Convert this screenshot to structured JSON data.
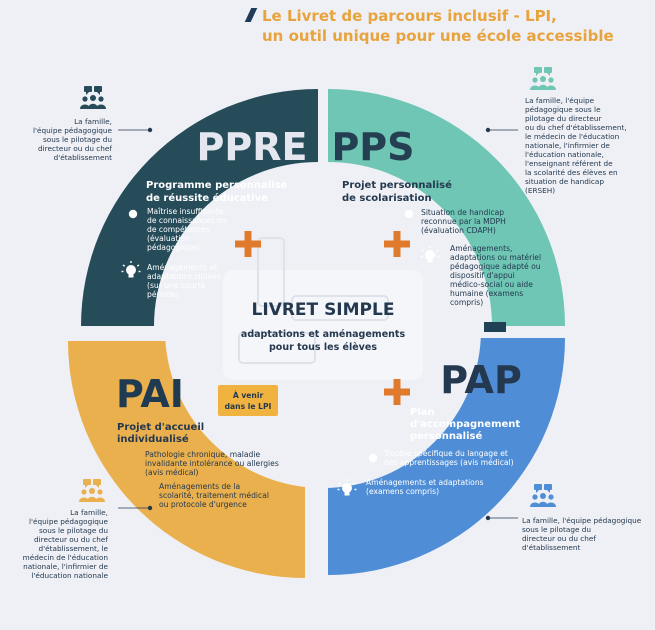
{
  "title": {
    "line1": "Le Livret de parcours inclusif - LPI,",
    "line2": "un outil unique pour une école accessible"
  },
  "colors": {
    "ppre": "#264c5a",
    "pps": "#6fc6b4",
    "pai": "#eab04d",
    "pap": "#4f8ed6",
    "plus": "#e07a2c",
    "background": "#eef0f5",
    "text_dark": "#24384f"
  },
  "icons": {
    "people": "people-speech-icon",
    "bulb": "lightbulb-icon",
    "dot": "bullet-dot-icon",
    "plus": "plus-icon"
  },
  "center": {
    "title": "LIVRET SIMPLE",
    "subtitle_line1": "adaptations et aménagements",
    "subtitle_line2": "pour tous les élèves"
  },
  "quadrants": {
    "ppre": {
      "acronym": "PPRE",
      "name_line1": "Programme personnalisé",
      "name_line2": "de réussite éducative",
      "item1": [
        "Maîtrise insuffisante",
        "de connaissances ou",
        "de compétences",
        "(évaluation",
        "pédagogique)"
      ],
      "item2": [
        "Aménagements et",
        "adaptations ciblées",
        "(sur une courte",
        "période)"
      ],
      "note": [
        "La famille,",
        "l'équipe pédagogique",
        "sous le pilotage du",
        "directeur ou du chef",
        "d'établissement"
      ]
    },
    "pps": {
      "acronym": "PPS",
      "name_line1": "Projet personnalisé",
      "name_line2": "de scolarisation",
      "item1": [
        "Situation de handicap",
        "reconnue par la MDPH",
        "(évaluation CDAPH)"
      ],
      "item2": [
        "Aménagements,",
        "adaptations ou matériel",
        "pédagogique adapté ou",
        "dispositif d'appui",
        "médico-social ou aide",
        "humaine (examens",
        "compris)"
      ],
      "note": [
        "La famille, l'équipe",
        "pédagogique sous le",
        "pilotage du directeur",
        "ou du chef d'établissement,",
        "le médecin de l'éducation",
        "nationale, l'infirmier de",
        "l'éducation nationale,",
        "l'enseignant référent de",
        "la scolarité des élèves en",
        "situation de handicap",
        "(ERSEH)"
      ]
    },
    "pai": {
      "acronym": "PAI",
      "name_line1": "Projet d'accueil",
      "name_line2": "individualisé",
      "badge_line1": "À venir",
      "badge_line2": "dans le LPI",
      "item1": [
        "Pathologie chronique, maladie",
        "invalidante intolérance ou allergies",
        "(avis médical)"
      ],
      "item2": [
        "Aménagements de la",
        "scolarité, traitement médical",
        "ou protocole d'urgence"
      ],
      "note": [
        "La famille,",
        "l'équipe pédagogique",
        "sous le pilotage du",
        "directeur ou du chef",
        "d'établissement, le",
        "médecin de l'éducation",
        "nationale, l'infirmier de",
        "l'éducation nationale"
      ]
    },
    "pap": {
      "acronym": "PAP",
      "name_line1": "Plan",
      "name_line2": "d'accompagnement",
      "name_line3": "personnalisé",
      "item1": [
        "Trouble spécifique du langage et",
        "des apprentissages (avis médical)"
      ],
      "item2": [
        "Aménagements et adaptations",
        "(examens compris)"
      ],
      "note": [
        "La famille, l'équipe pédagogique",
        "sous le pilotage du",
        "directeur ou du chef",
        "d'établissement"
      ]
    }
  }
}
